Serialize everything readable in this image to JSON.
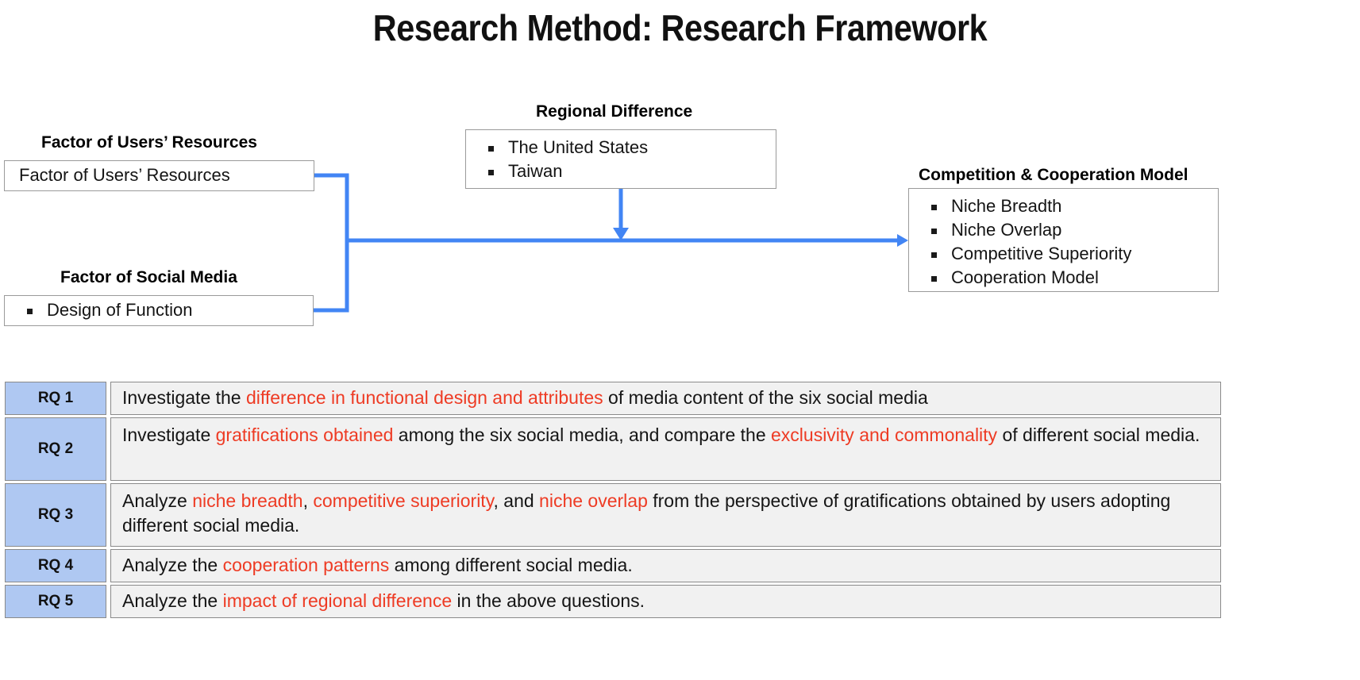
{
  "title": "Research Method: Research Framework",
  "colors": {
    "arrow_blue": "#4285f4",
    "rq_key_blue": "#afc8f2",
    "rq_text_bg": "#f1f1f1",
    "highlight_red": "#ee3b24",
    "box_border": "#9a9a9a"
  },
  "diagram": {
    "nodes": [
      {
        "id": "users_resources",
        "label": "Factor of Users’ Resources",
        "items": [
          "Factor of Users’ Resources"
        ],
        "bulleted": false
      },
      {
        "id": "social_media",
        "label": "Factor of Social Media",
        "items": [
          "Design of Function"
        ],
        "bulleted": true
      },
      {
        "id": "regional_difference",
        "label": "Regional Difference",
        "items": [
          "The United States",
          "Taiwan"
        ],
        "bulleted": true
      },
      {
        "id": "competition_cooperation_model",
        "label": "Competition & Cooperation Model",
        "items": [
          "Niche Breadth",
          "Niche Overlap",
          "Competitive Superiority",
          "Cooperation Model"
        ],
        "bulleted": true
      }
    ]
  },
  "rq_table": {
    "rows": [
      {
        "key": "RQ 1",
        "segments": [
          {
            "text": "Investigate the ",
            "highlight": false
          },
          {
            "text": "difference in functional design and attributes",
            "highlight": true
          },
          {
            "text": " of media content of the six social media",
            "highlight": false
          }
        ]
      },
      {
        "key": "RQ 2",
        "segments": [
          {
            "text": "Investigate ",
            "highlight": false
          },
          {
            "text": "gratifications obtained",
            "highlight": true
          },
          {
            "text": " among the six social media, and compare the ",
            "highlight": false
          },
          {
            "text": "exclusivity and commonality",
            "highlight": true
          },
          {
            "text": " of different social media.",
            "highlight": false
          }
        ]
      },
      {
        "key": "RQ 3",
        "segments": [
          {
            "text": "Analyze ",
            "highlight": false
          },
          {
            "text": "niche breadth",
            "highlight": true
          },
          {
            "text": ", ",
            "highlight": false
          },
          {
            "text": "competitive superiority",
            "highlight": true
          },
          {
            "text": ", and ",
            "highlight": false
          },
          {
            "text": "niche overlap",
            "highlight": true
          },
          {
            "text": " from the perspective of gratifications obtained by users adopting different social media.",
            "highlight": false
          }
        ]
      },
      {
        "key": "RQ 4",
        "segments": [
          {
            "text": "Analyze the ",
            "highlight": false
          },
          {
            "text": "cooperation patterns",
            "highlight": true
          },
          {
            "text": " among different social media.",
            "highlight": false
          }
        ]
      },
      {
        "key": "RQ 5",
        "segments": [
          {
            "text": "Analyze the ",
            "highlight": false
          },
          {
            "text": "impact of regional difference",
            "highlight": true
          },
          {
            "text": " in the above questions.",
            "highlight": false
          }
        ]
      }
    ]
  }
}
